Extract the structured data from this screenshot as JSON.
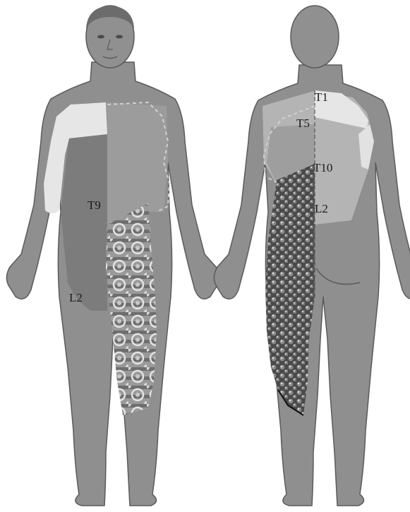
{
  "diagram": {
    "front_labels": {
      "t9": "T9",
      "l2": "L2"
    },
    "back_labels": {
      "t1": "T1",
      "t5": "T5",
      "t10": "T10",
      "l2": "L2"
    }
  },
  "colors": {
    "background": "#ffffff",
    "skin": "#8f8f8f",
    "skin_outline": "#5a5a5a",
    "dark_zone": "#7a7a7a",
    "light_zone": "#e6e6e6",
    "mid_zone": "#b4b4b4",
    "dashed_line": "#d0d0d0"
  }
}
